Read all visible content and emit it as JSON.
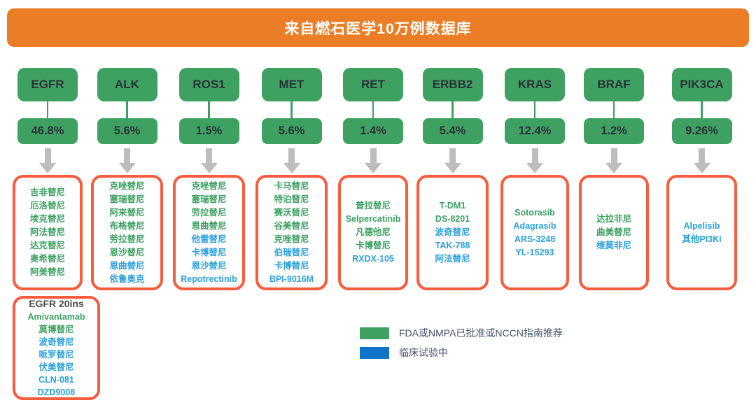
{
  "header": {
    "title": "来自燃石医学10万例数据库"
  },
  "colors": {
    "orange": "#EA7D25",
    "green": "#3EA162",
    "box_border": "#F75C3F",
    "drug_green": "#3BA061",
    "drug_blue": "#29A0DC",
    "legend_blue": "#0F74C8",
    "legend_text": "#44506B",
    "dark_text": "#2B3238",
    "arrow_gray": "#BDBDBD"
  },
  "columns": [
    {
      "gene": "EGFR",
      "frequency": "46.8%",
      "drugs": [
        {
          "name": "吉非替尼",
          "status": "approved"
        },
        {
          "name": "厄洛替尼",
          "status": "approved"
        },
        {
          "name": "埃克替尼",
          "status": "approved"
        },
        {
          "name": "阿法替尼",
          "status": "approved"
        },
        {
          "name": "达克替尼",
          "status": "approved"
        },
        {
          "name": "奥希替尼",
          "status": "approved"
        },
        {
          "name": "阿美替尼",
          "status": "approved"
        }
      ]
    },
    {
      "gene": "ALK",
      "frequency": "5.6%",
      "drugs": [
        {
          "name": "克唑替尼",
          "status": "approved"
        },
        {
          "name": "塞瑞替尼",
          "status": "approved"
        },
        {
          "name": "阿来替尼",
          "status": "approved"
        },
        {
          "name": "布格替尼",
          "status": "approved"
        },
        {
          "name": "劳拉替尼",
          "status": "approved"
        },
        {
          "name": "恩沙替尼",
          "status": "approved"
        },
        {
          "name": "恩曲替尼",
          "status": "trial"
        },
        {
          "name": "依鲁奥克",
          "status": "trial"
        }
      ]
    },
    {
      "gene": "ROS1",
      "frequency": "1.5%",
      "drugs": [
        {
          "name": "克唑替尼",
          "status": "approved"
        },
        {
          "name": "塞瑞替尼",
          "status": "approved"
        },
        {
          "name": "劳拉替尼",
          "status": "approved"
        },
        {
          "name": "恩曲替尼",
          "status": "approved"
        },
        {
          "name": "他雷替尼",
          "status": "trial"
        },
        {
          "name": "卡博替尼",
          "status": "trial"
        },
        {
          "name": "恩沙替尼",
          "status": "trial"
        },
        {
          "name": "Repotrectinib",
          "status": "trial"
        }
      ]
    },
    {
      "gene": "MET",
      "frequency": "5.6%",
      "drugs": [
        {
          "name": "卡马替尼",
          "status": "approved"
        },
        {
          "name": "特泊替尼",
          "status": "approved"
        },
        {
          "name": "赛沃替尼",
          "status": "approved"
        },
        {
          "name": "谷美替尼",
          "status": "approved"
        },
        {
          "name": "克唑替尼",
          "status": "approved"
        },
        {
          "name": "伯瑞替尼",
          "status": "trial"
        },
        {
          "name": "卡博替尼",
          "status": "trial"
        },
        {
          "name": "BPI-9016M",
          "status": "trial"
        }
      ]
    },
    {
      "gene": "RET",
      "frequency": "1.4%",
      "drugs": [
        {
          "name": "普拉替尼",
          "status": "approved"
        },
        {
          "name": "Selpercatinib",
          "status": "approved"
        },
        {
          "name": "凡德他尼",
          "status": "approved"
        },
        {
          "name": "卡博替尼",
          "status": "approved"
        },
        {
          "name": "RXDX-105",
          "status": "trial"
        }
      ]
    },
    {
      "gene": "ERBB2",
      "frequency": "5.4%",
      "drugs": [
        {
          "name": "T-DM1",
          "status": "approved"
        },
        {
          "name": "DS-8201",
          "status": "approved"
        },
        {
          "name": "波奇替尼",
          "status": "trial"
        },
        {
          "name": "TAK-788",
          "status": "trial"
        },
        {
          "name": "阿法替尼",
          "status": "trial"
        }
      ]
    },
    {
      "gene": "KRAS",
      "frequency": "12.4%",
      "drugs": [
        {
          "name": "Sotorasib",
          "status": "approved"
        },
        {
          "name": "Adagrasib",
          "status": "trial"
        },
        {
          "name": "ARS-3248",
          "status": "trial"
        },
        {
          "name": "YL-15293",
          "status": "trial"
        }
      ]
    },
    {
      "gene": "BRAF",
      "frequency": "1.2%",
      "drugs": [
        {
          "name": "达拉非尼",
          "status": "approved"
        },
        {
          "name": "曲美替尼",
          "status": "approved"
        },
        {
          "name": "维莫非尼",
          "status": "trial"
        }
      ]
    },
    {
      "gene": "PIK3CA",
      "frequency": "9.26%",
      "drugs": [
        {
          "name": "Alpelisib",
          "status": "trial"
        },
        {
          "name": "其他PI3Ki",
          "status": "trial"
        }
      ]
    }
  ],
  "extra_box": {
    "title": "EGFR 20ins",
    "drugs": [
      {
        "name": "Amivantamab",
        "status": "approved"
      },
      {
        "name": "莫博替尼",
        "status": "approved"
      },
      {
        "name": "波奇替尼",
        "status": "trial"
      },
      {
        "name": "哌罗替尼",
        "status": "trial"
      },
      {
        "name": "伏美替尼",
        "status": "trial"
      },
      {
        "name": "CLN-081",
        "status": "trial"
      },
      {
        "name": "DZD9008",
        "status": "trial"
      }
    ]
  },
  "legend": [
    {
      "label": "FDA或NMPA已批准或NCCN指南推荐",
      "color": "green"
    },
    {
      "label": "临床试验中",
      "color": "blue"
    }
  ]
}
